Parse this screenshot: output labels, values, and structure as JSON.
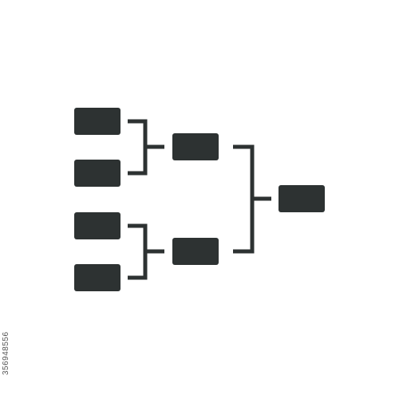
{
  "diagram": {
    "type": "tournament-bracket",
    "icon_color": "#2d3232",
    "background_color": "#ffffff",
    "rounds": [
      {
        "round": 1,
        "slots": 4
      },
      {
        "round": 2,
        "slots": 2
      },
      {
        "round": 3,
        "slots": 1
      }
    ]
  },
  "side_id": "356948556"
}
